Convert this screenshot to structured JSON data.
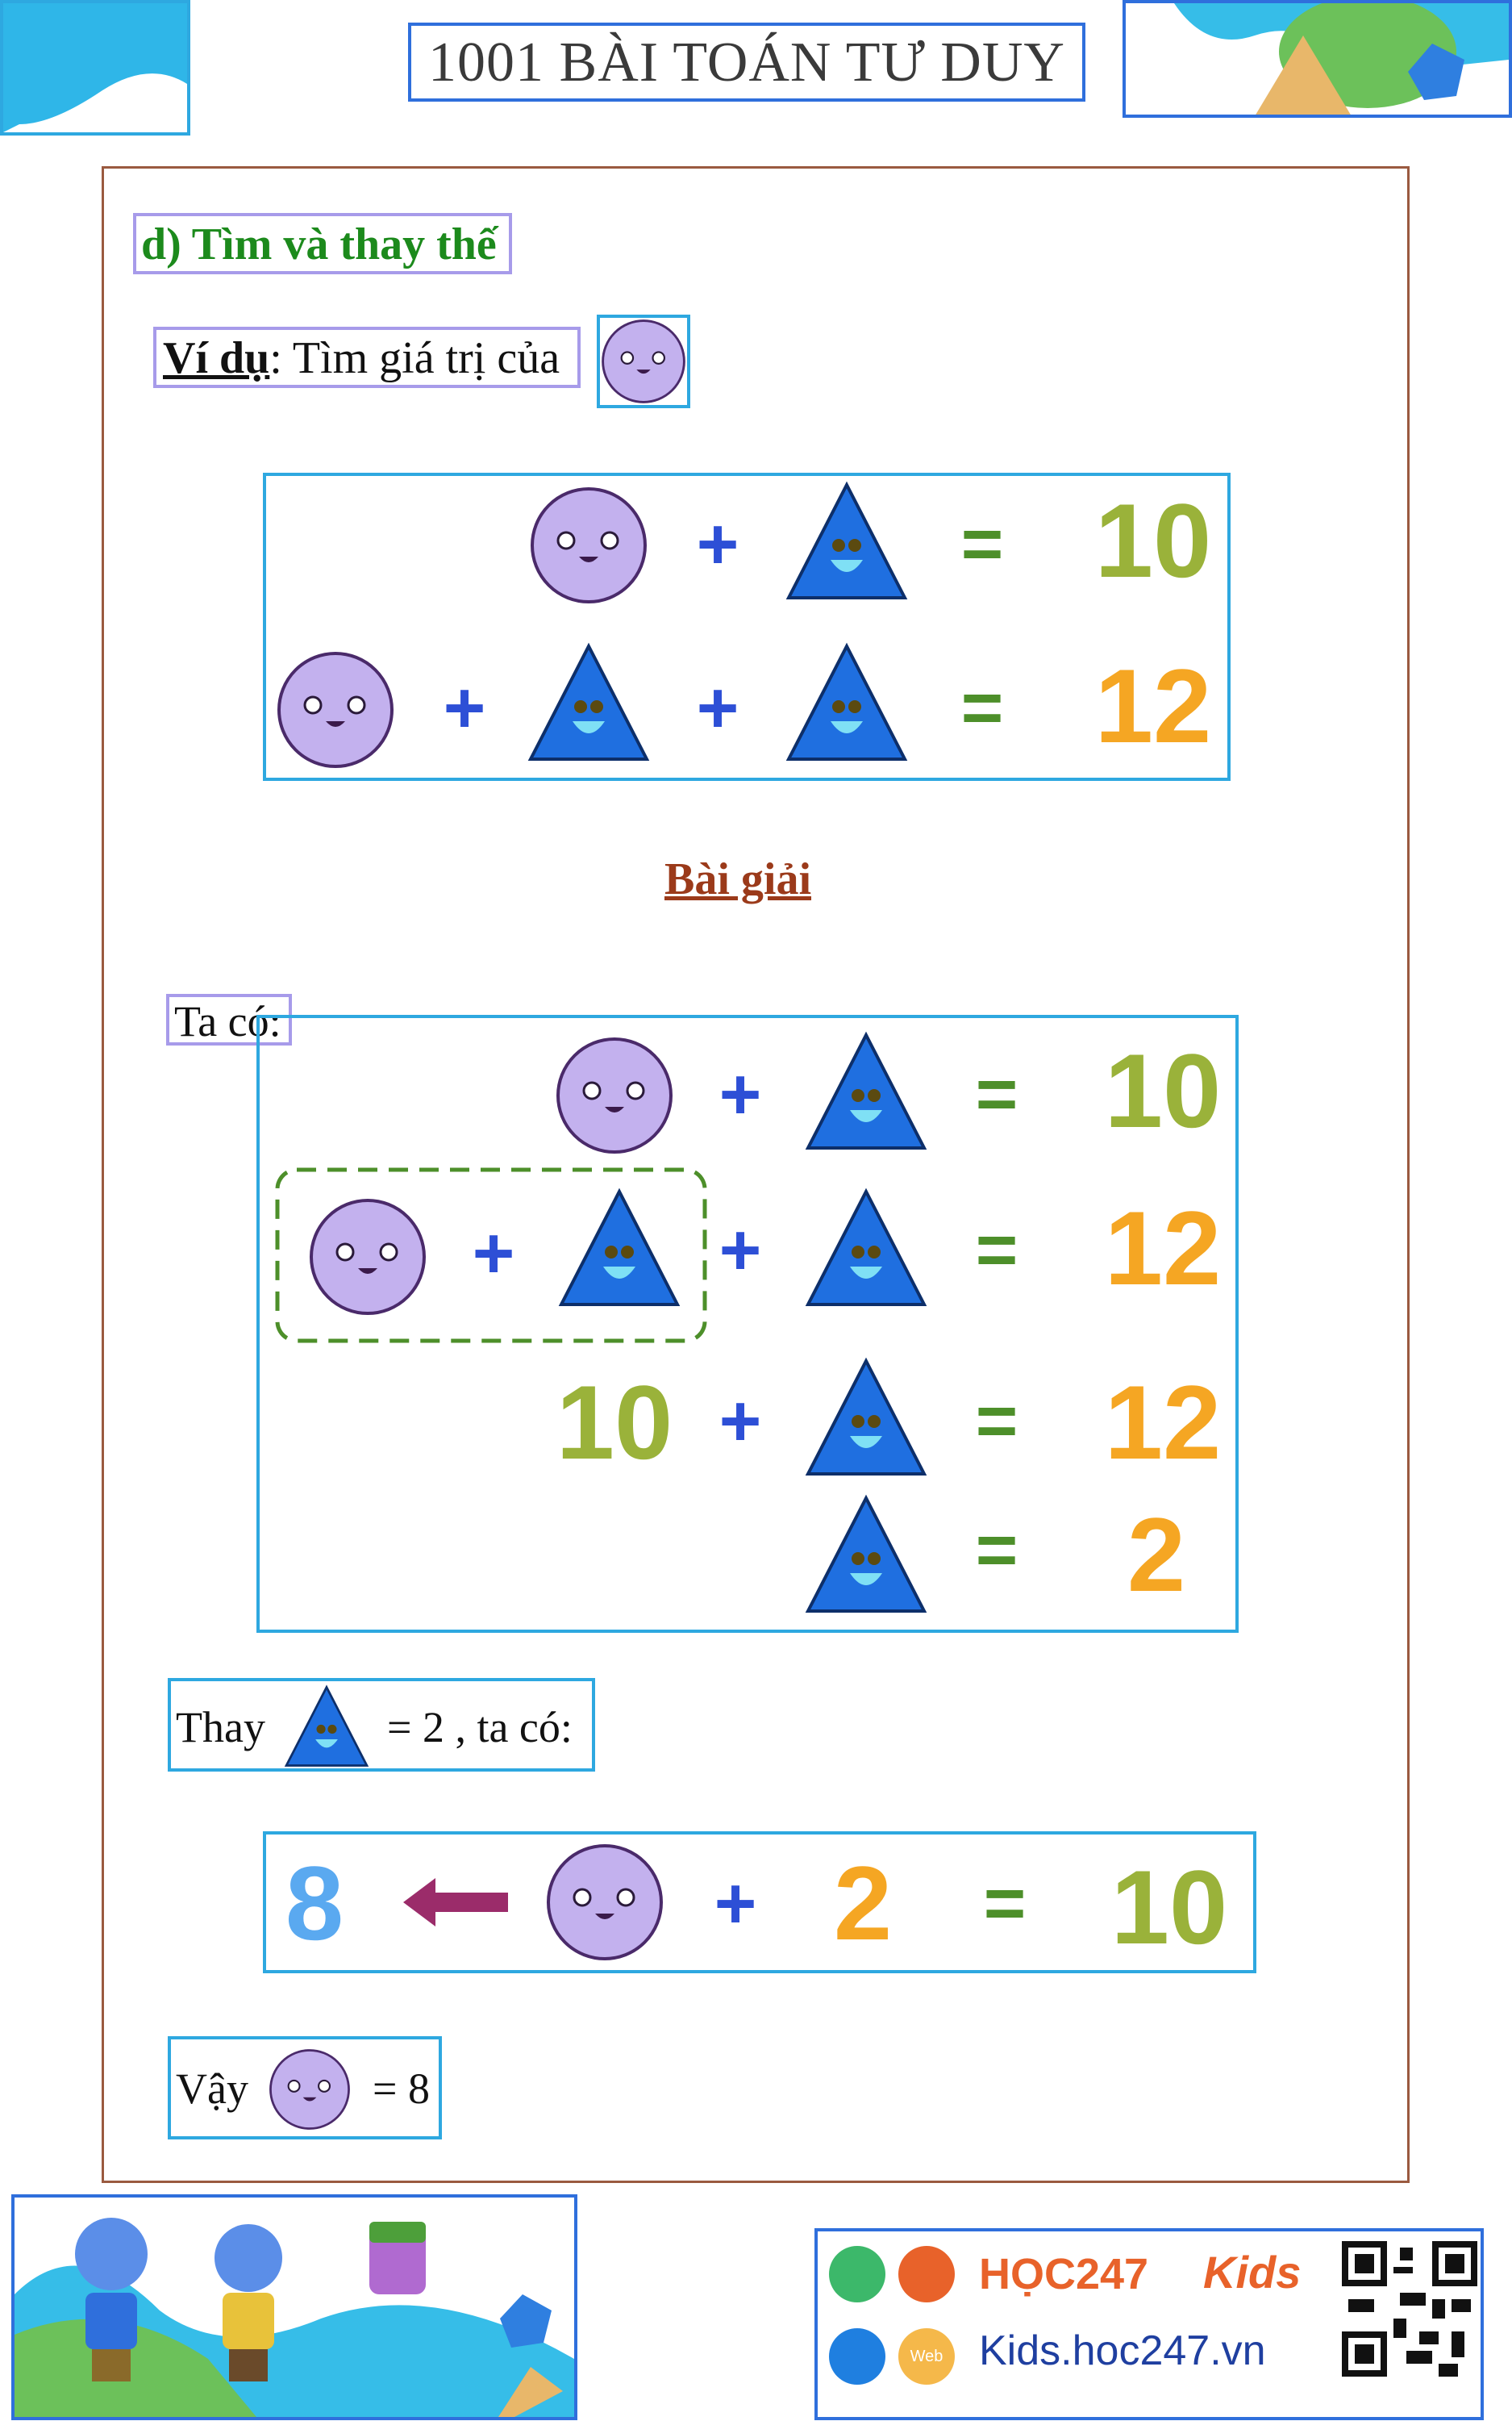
{
  "header": {
    "title": "1001 BÀI TOÁN TƯ DUY"
  },
  "section": {
    "heading": "d) Tìm và thay thế",
    "example_label": "Ví dụ",
    "example_text": ": Tìm giá trị của",
    "solution_title": "Bài giải",
    "ta_co": "Ta có:",
    "thay_prefix": "Thay",
    "thay_suffix": "= 2 , ta có:",
    "vay_prefix": "Vậy",
    "vay_suffix": "= 8"
  },
  "puzzle": {
    "row1": {
      "op": "+",
      "eq": "=",
      "result": "10"
    },
    "row2": {
      "op1": "+",
      "op2": "+",
      "eq": "=",
      "result": "12"
    }
  },
  "solution": {
    "step1": {
      "op": "+",
      "eq": "=",
      "result": "10"
    },
    "step2": {
      "op1": "+",
      "op2": "+",
      "eq": "=",
      "result": "12"
    },
    "step3": {
      "lhs": "10",
      "op": "+",
      "eq": "=",
      "result": "12"
    },
    "step4": {
      "eq": "=",
      "result": "2"
    },
    "final": {
      "answer": "8",
      "op": "+",
      "value": "2",
      "eq": "=",
      "result": "10"
    }
  },
  "footer": {
    "brand": "HỌC247",
    "brand_kids": "Kids",
    "website": "Kids.hoc247.vn",
    "web_badge": "Web"
  },
  "colors": {
    "circle": "#c3b1ee",
    "triangle": "#1f6fe0",
    "orange": "#f5a623",
    "green_num": "#9ab23a",
    "blue_num": "#5aa9f0",
    "plus": "#2d4fd6",
    "equals": "#4d8f2a",
    "arrow": "#9b2c6a"
  }
}
